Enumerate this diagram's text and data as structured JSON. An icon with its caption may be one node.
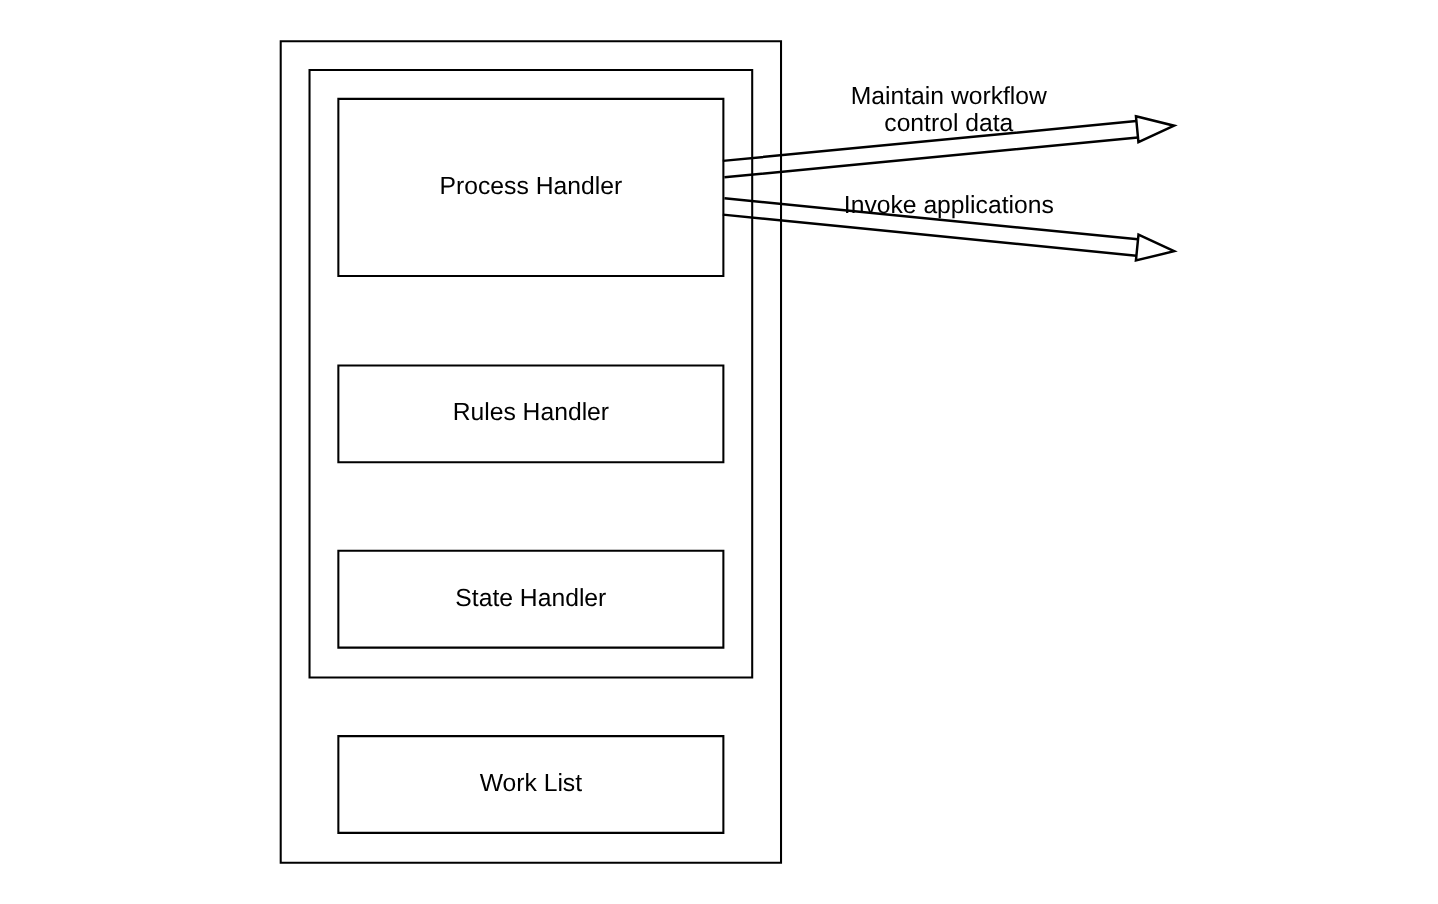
{
  "diagram": {
    "nodes": [
      {
        "text": [],
        "shape": "box"
      },
      {
        "text": [],
        "shape": "box",
        "in": 0
      },
      {
        "text": [
          "Process Handler"
        ],
        "in": 1
      },
      {
        "text": [
          "Rules Handler"
        ],
        "in": 1
      },
      {
        "text": [
          "State Handler"
        ],
        "in": 1
      },
      {
        "text": [
          "Work List"
        ],
        "in": 0
      }
    ],
    "edges": [
      {
        "from": 2,
        "to": null,
        "arrow": "to",
        "label": "Maintain workflow control data"
      },
      {
        "from": 2,
        "to": null,
        "arrow": "to",
        "label": "Invoke applications"
      }
    ]
  }
}
